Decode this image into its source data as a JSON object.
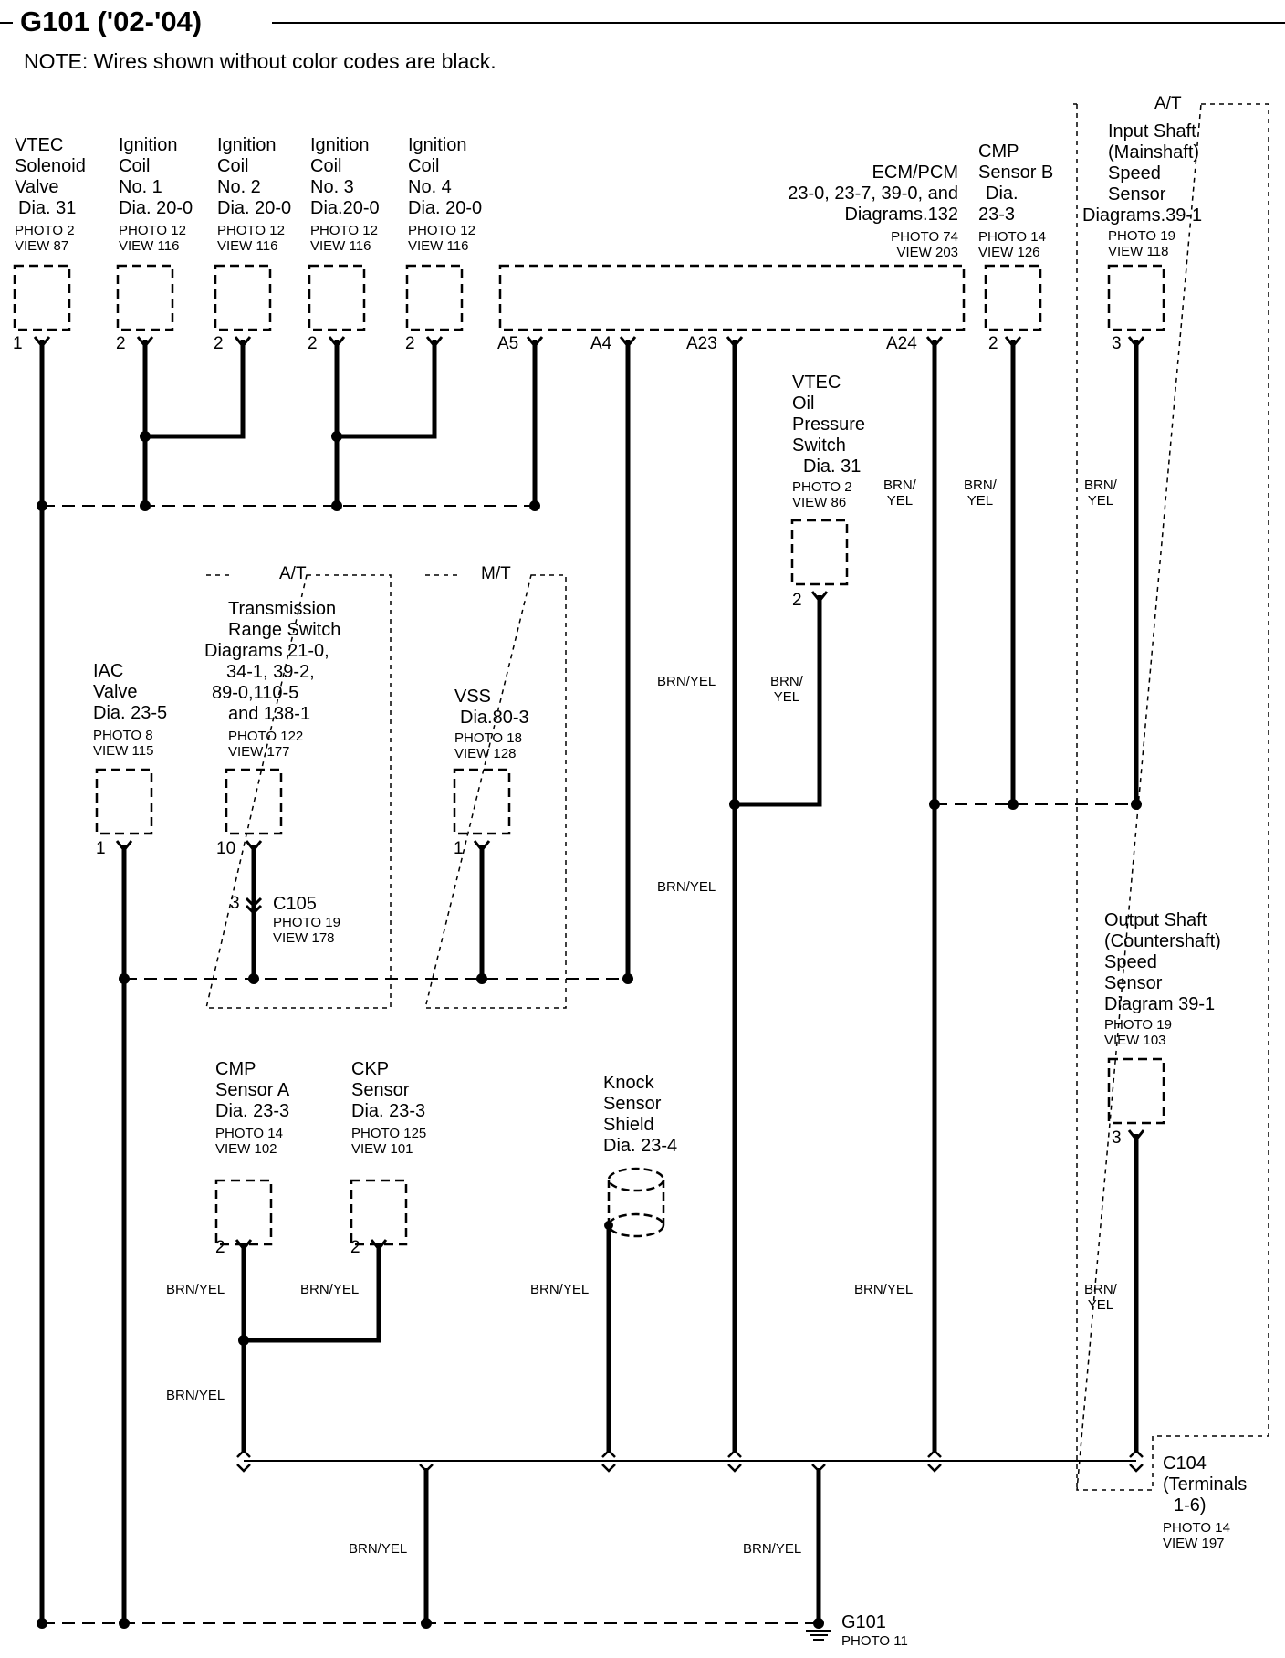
{
  "title": "G101 ('02-'04)",
  "note": "NOTE: Wires shown without color codes are black.",
  "components": {
    "vtec_solenoid": {
      "lines": [
        "VTEC",
        "Solenoid",
        "Valve",
        "Dia. 31"
      ],
      "photo": "PHOTO 2",
      "view": "VIEW 87",
      "pin": "1"
    },
    "ign_coil_1": {
      "lines": [
        "Ignition",
        "Coil",
        "No. 1",
        "Dia. 20-0"
      ],
      "photo": "PHOTO 12",
      "view": "VIEW 116",
      "pin": "2"
    },
    "ign_coil_2": {
      "lines": [
        "Ignition",
        "Coil",
        "No. 2",
        "Dia. 20-0"
      ],
      "photo": "PHOTO 12",
      "view": "VIEW 116",
      "pin": "2"
    },
    "ign_coil_3": {
      "lines": [
        "Ignition",
        "Coil",
        "No. 3",
        "Dia.20-0"
      ],
      "photo": "PHOTO 12",
      "view": "VIEW 116",
      "pin": "2"
    },
    "ign_coil_4": {
      "lines": [
        "Ignition",
        "Coil",
        "No. 4",
        "Dia. 20-0"
      ],
      "photo": "PHOTO 12",
      "view": "VIEW 116",
      "pin": "2"
    },
    "ecm_pcm": {
      "lines": [
        "ECM/PCM",
        "23-0, 23-7, 39-0, and",
        "Diagrams.132"
      ],
      "photo": "PHOTO 74",
      "view": "VIEW 203",
      "pins": [
        "A5",
        "A4",
        "A23",
        "A24"
      ]
    },
    "cmp_sensor_b": {
      "lines": [
        "CMP",
        "Sensor B",
        "Dia.",
        "23-3"
      ],
      "photo": "PHOTO 14",
      "view": "VIEW 126",
      "pin": "2"
    },
    "input_shaft": {
      "group": "A/T",
      "lines": [
        "Input Shaft",
        "(Mainshaft)",
        "Speed",
        "Sensor",
        "Diagrams.39-1"
      ],
      "photo": "PHOTO 19",
      "view": "VIEW 118",
      "pin": "3"
    },
    "vtec_oil": {
      "lines": [
        "VTEC",
        "Oil",
        "Pressure",
        "Switch",
        "Dia. 31"
      ],
      "photo": "PHOTO 2",
      "view": "VIEW 86",
      "pin": "2"
    },
    "trans_range": {
      "group": "A/T",
      "lines": [
        "Transmission",
        "Range Switch",
        "Diagrams 21-0,",
        "34-1, 39-2,",
        "89-0,110-5",
        "and 138-1"
      ],
      "photo": "PHOTO 122",
      "view": "VIEW 177",
      "pin": "10"
    },
    "c105": {
      "name": "C105",
      "photo": "PHOTO 19",
      "view": "VIEW 178",
      "pin": "3"
    },
    "vss": {
      "group": "M/T",
      "lines": [
        "VSS",
        "Dia.80-3"
      ],
      "photo": "PHOTO 18",
      "view": "VIEW 128",
      "pin": "1"
    },
    "iac_valve": {
      "lines": [
        "IAC",
        "Valve",
        "Dia. 23-5"
      ],
      "photo": "PHOTO 8",
      "view": "VIEW 115",
      "pin": "1"
    },
    "output_shaft": {
      "lines": [
        "Output Shaft",
        "(Countershaft)",
        "Speed",
        "Sensor",
        "Diagram 39-1"
      ],
      "photo": "PHOTO 19",
      "view": "VIEW 103",
      "pin": "3"
    },
    "cmp_sensor_a": {
      "lines": [
        "CMP",
        "Sensor A",
        "Dia. 23-3"
      ],
      "photo": "PHOTO 14",
      "view": "VIEW 102",
      "pin": "2"
    },
    "ckp_sensor": {
      "lines": [
        "CKP",
        "Sensor",
        "Dia. 23-3"
      ],
      "photo": "PHOTO 125",
      "view": "VIEW 101",
      "pin": "2"
    },
    "knock_shield": {
      "lines": [
        "Knock",
        "Sensor",
        "Shield",
        "Dia. 23-4"
      ]
    },
    "c104": {
      "lines": [
        "C104",
        "(Terminals",
        "1-6)"
      ],
      "photo": "PHOTO 14",
      "view": "VIEW 197"
    },
    "g101": {
      "name": "G101",
      "photo": "PHOTO 11"
    }
  },
  "wire_labels": {
    "brn_yel": "BRN/YEL",
    "brn_yel_split": [
      "BRN/",
      "YEL"
    ]
  }
}
